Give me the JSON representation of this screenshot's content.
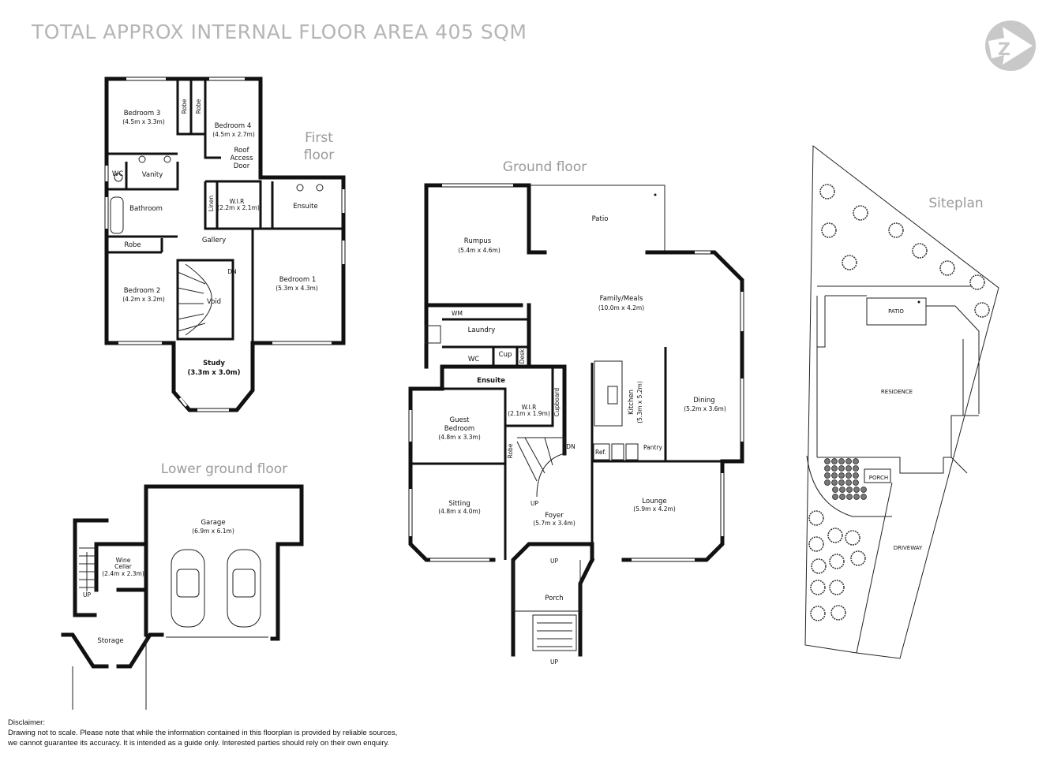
{
  "title": "TOTAL APPROX INTERNAL FLOOR AREA 405 SQM",
  "logo": {
    "icon": "compass-z-arrow-logo",
    "color": "#c8c8c8"
  },
  "first_floor": {
    "heading_line1": "First",
    "heading_line2": "floor",
    "rooms": [
      {
        "name": "Bedroom 3",
        "dims": "(4.5m x 3.3m)"
      },
      {
        "name": "Bedroom 4",
        "dims": "(4.5m x 2.7m)"
      },
      {
        "name": "Bedroom 2",
        "dims": "(4.2m x 3.2m)"
      },
      {
        "name": "Bedroom 1",
        "dims": "(5.3m x 4.3m)"
      },
      {
        "name": "Study",
        "dims": "(3.3m x 3.0m)"
      },
      {
        "name": "W.I.R",
        "dims": "(2.2m x 2.1m)"
      }
    ],
    "labels": {
      "robe": "Robe",
      "wc": "WC",
      "vanity": "Vanity",
      "bathroom": "Bathroom",
      "linen": "Linen",
      "ensuite": "Ensuite",
      "gallery": "Gallery",
      "void": "Void",
      "dn": "DN",
      "roof1": "Roof",
      "roof2": "Access",
      "roof3": "Door"
    }
  },
  "ground_floor": {
    "heading": "Ground floor",
    "rooms": [
      {
        "name": "Rumpus",
        "dims": "(5.4m x 4.6m)"
      },
      {
        "name": "Family/Meals",
        "dims": "(10.0m x 4.2m)"
      },
      {
        "name": "Dining",
        "dims": "(5.2m x 3.6m)"
      },
      {
        "name": "Kitchen",
        "dims": "(5.3m x 5.2m)"
      },
      {
        "name": "Lounge",
        "dims": "(5.9m x 4.2m)"
      },
      {
        "name": "Foyer",
        "dims": "(5.7m x 3.4m)"
      },
      {
        "name": "Sitting",
        "dims": "(4.8m x 4.0m)"
      },
      {
        "name": "Guest Bedroom",
        "dims": "(4.8m x 3.3m)"
      },
      {
        "name": "W.I.R",
        "dims": "(2.1m x 1.9m)"
      }
    ],
    "labels": {
      "patio": "Patio",
      "laundry": "Laundry",
      "wm": "WM",
      "wc": "WC",
      "cup": "Cup",
      "desk": "Desk",
      "ensuite": "Ensuite",
      "cupboard": "Cupboard",
      "robe": "Robe",
      "ref": "Ref.",
      "pantry": "Pantry",
      "dn": "DN",
      "up": "UP",
      "porch": "Porch",
      "guest1": "Guest",
      "guest2": "Bedroom"
    }
  },
  "lower_ground_floor": {
    "heading": "Lower ground floor",
    "rooms": [
      {
        "name": "Garage",
        "dims": "(6.9m x 6.1m)"
      },
      {
        "name": "Wine Cellar",
        "dims": "(2.4m x 2.3m)"
      }
    ],
    "labels": {
      "storage": "Storage",
      "up": "UP",
      "wine1": "Wine",
      "wine2": "Cellar"
    }
  },
  "siteplan": {
    "heading": "Siteplan",
    "labels": {
      "patio": "PATIO",
      "residence": "RESIDENCE",
      "porch": "PORCH",
      "driveway": "DRIVEWAY"
    }
  },
  "disclaimer": {
    "heading": "Disclaimer:",
    "line1": "Drawing not to scale. Please note that while the information contained in this floorplan is provided by reliable sources,",
    "line2": "we cannot guarantee its accuracy. It is intended as a guide only. Interested parties should rely on their  own enquiry."
  }
}
